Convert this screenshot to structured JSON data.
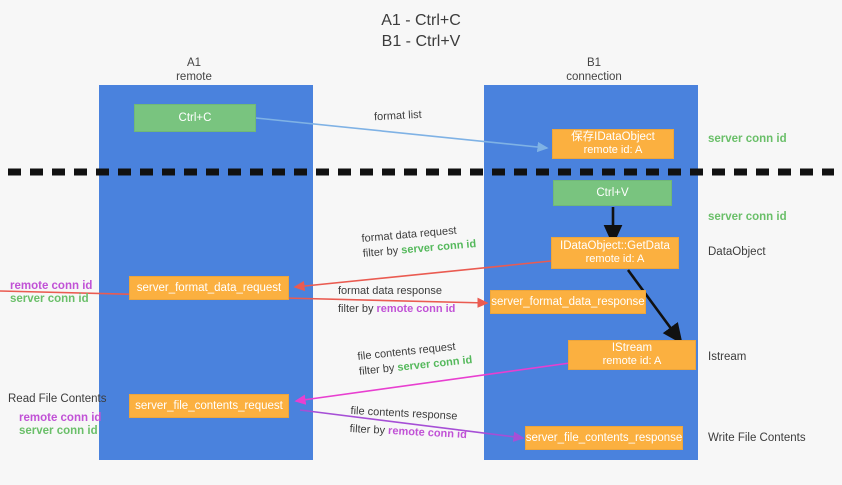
{
  "title": {
    "line1": "A1 - Ctrl+C",
    "line2": "B1 - Ctrl+V"
  },
  "columns": [
    {
      "name": "A1",
      "sub": "remote"
    },
    {
      "name": "B1",
      "sub": "connection"
    }
  ],
  "boxes": {
    "ctrl_c": {
      "label": "Ctrl+C"
    },
    "save_dataobject": {
      "line1": "保存IDataObject",
      "line2": "remote id: A"
    },
    "ctrl_v": {
      "label": "Ctrl+V"
    },
    "getdata": {
      "line1": "IDataObject::GetData",
      "line2": "remote id: A"
    },
    "server_format_data_request": {
      "label": "server_format_data_request"
    },
    "server_format_data_response": {
      "label": "server_format_data_response"
    },
    "istream": {
      "line1": "IStream",
      "line2": "remote id: A"
    },
    "server_file_contents_request": {
      "label": "server_file_contents_request"
    },
    "server_file_contents_response": {
      "label": "server_file_contents_response"
    }
  },
  "flow_labels": {
    "format_list": "format list",
    "format_data_request": "format data request",
    "format_data_request_filter_prefix": "filter by",
    "format_data_request_filter_key": "server conn id",
    "format_data_response": "format data response",
    "format_data_response_filter_prefix": "filter by",
    "format_data_response_filter_key": "remote conn id",
    "file_contents_request": "file contents request",
    "file_contents_request_filter_prefix": "filter by",
    "file_contents_request_filter_key": "server conn id",
    "file_contents_response": "file contents response",
    "file_contents_response_filter_prefix": "filter by",
    "file_contents_response_filter_key": "remote conn id"
  },
  "right_labels": {
    "server_conn_id_top": "server conn id",
    "server_conn_id_second": "server conn id",
    "dataobject": "DataObject",
    "istream": "Istream",
    "write_file_contents": "Write File Contents"
  },
  "left_labels": {
    "remote_conn_id_1": "remote conn id",
    "server_conn_id_1": "server conn id",
    "read_file_contents": "Read File Contents",
    "remote_conn_id_2": "remote conn id",
    "server_conn_id_2": "server conn id"
  },
  "colors": {
    "lane": "#4a82dd",
    "orange": "#fbb040",
    "green_box": "#79c47f",
    "green_text": "#6abf69",
    "purple_text": "#c152d6",
    "arrow_blue": "#7fb2e5",
    "arrow_red": "#ea5b51",
    "arrow_magenta": "#e83fd0",
    "arrow_purple": "#a64fd6",
    "arrow_black": "#000000",
    "background": "#f7f7f7"
  }
}
